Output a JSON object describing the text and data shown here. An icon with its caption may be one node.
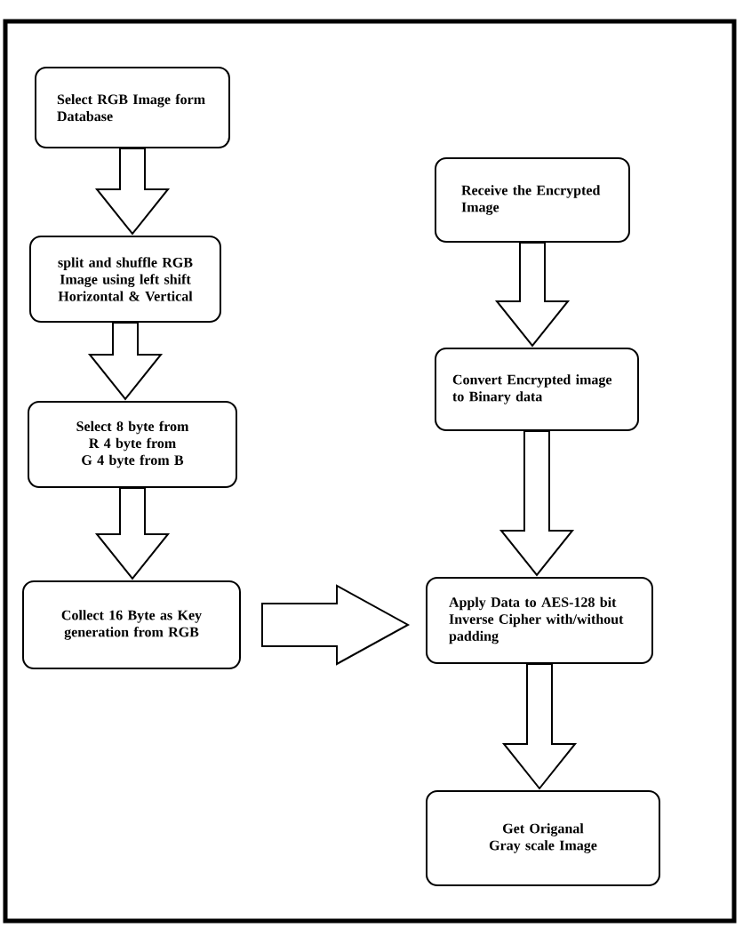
{
  "diagram": {
    "nodes": [
      {
        "text": [
          "Select RGB Image form Database"
        ]
      },
      {
        "text": [
          "split and shuffle RGB Image using left shift Horizontal & Vertical"
        ]
      },
      {
        "text": [
          "Select 8 byte from R 4 byte from G 4 byte from B"
        ]
      },
      {
        "text": [
          "Collect 16 Byte as Key generation from RGB"
        ]
      },
      {
        "text": [
          "Receive the Encrypted Image"
        ]
      },
      {
        "text": [
          "Convert Encrypted image to Binary data"
        ]
      },
      {
        "text": [
          "Apply Data to AES-128 bit Inverse Cipher with/without padding"
        ]
      },
      {
        "text": [
          "Get Origanal Gray scale Image"
        ]
      }
    ],
    "edges": [
      {
        "from": 0,
        "to": 1,
        "arrow": "to"
      },
      {
        "from": 1,
        "to": 2,
        "arrow": "to"
      },
      {
        "from": 2,
        "to": 3,
        "arrow": "to"
      },
      {
        "from": 3,
        "to": 6,
        "arrow": "to"
      },
      {
        "from": 4,
        "to": 5,
        "arrow": "to"
      },
      {
        "from": 5,
        "to": 6,
        "arrow": "to"
      },
      {
        "from": 6,
        "to": 7,
        "arrow": "to"
      }
    ]
  }
}
